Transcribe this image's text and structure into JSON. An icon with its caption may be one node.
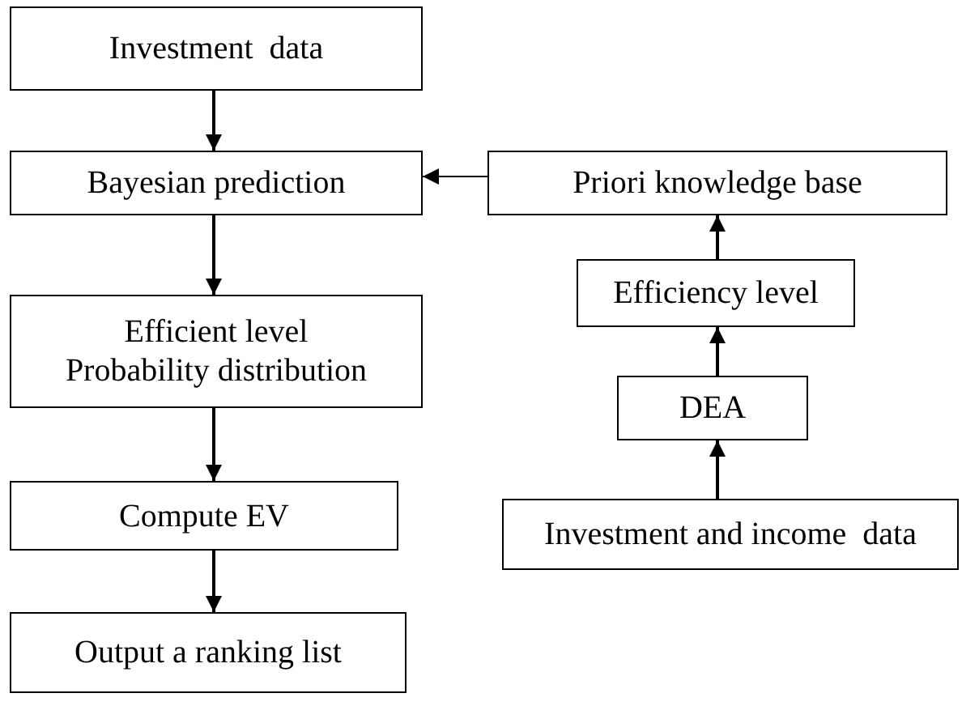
{
  "diagram": {
    "nodes": [
      {
        "text": [
          "Investment  data"
        ]
      },
      {
        "text": [
          "Bayesian prediction"
        ]
      },
      {
        "text": [
          "Efficient level",
          "Probability distribution"
        ]
      },
      {
        "text": [
          "Compute EV"
        ]
      },
      {
        "text": [
          "Output a ranking list"
        ]
      },
      {
        "text": [
          "Priori knowledge base"
        ]
      },
      {
        "text": [
          "Efficiency level"
        ]
      },
      {
        "text": [
          "DEA"
        ]
      },
      {
        "text": [
          "Investment and income  data"
        ]
      }
    ],
    "edges": [
      {
        "from": 0,
        "to": 1,
        "arrow": "to"
      },
      {
        "from": 1,
        "to": 2,
        "arrow": "to"
      },
      {
        "from": 2,
        "to": 3,
        "arrow": "to"
      },
      {
        "from": 3,
        "to": 4,
        "arrow": "to"
      },
      {
        "from": 5,
        "to": 1,
        "arrow": "to"
      },
      {
        "from": 6,
        "to": 5,
        "arrow": "to"
      },
      {
        "from": 7,
        "to": 6,
        "arrow": "to"
      },
      {
        "from": 8,
        "to": 7,
        "arrow": "to"
      }
    ]
  }
}
